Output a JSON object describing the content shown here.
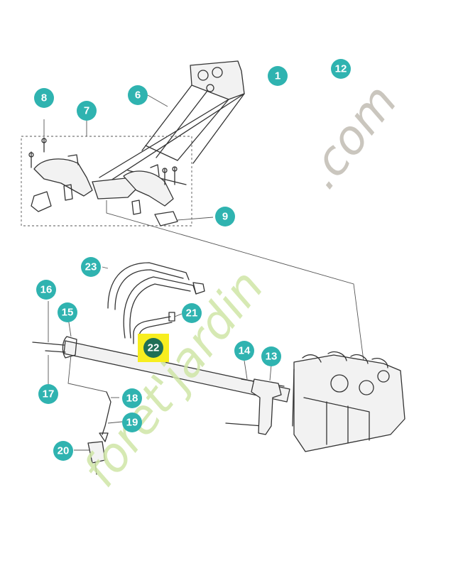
{
  "diagram": {
    "callouts": [
      {
        "id": "c1",
        "label": "1"
      },
      {
        "id": "c6",
        "label": "6"
      },
      {
        "id": "c7",
        "label": "7"
      },
      {
        "id": "c8",
        "label": "8"
      },
      {
        "id": "c9",
        "label": "9"
      },
      {
        "id": "c12",
        "label": "12"
      },
      {
        "id": "c13",
        "label": "13"
      },
      {
        "id": "c14",
        "label": "14"
      },
      {
        "id": "c15",
        "label": "15"
      },
      {
        "id": "c16",
        "label": "16"
      },
      {
        "id": "c17",
        "label": "17"
      },
      {
        "id": "c18",
        "label": "18"
      },
      {
        "id": "c19",
        "label": "19"
      },
      {
        "id": "c20",
        "label": "20"
      },
      {
        "id": "c21",
        "label": "21"
      },
      {
        "id": "c22",
        "label": "22"
      },
      {
        "id": "c23",
        "label": "23"
      }
    ],
    "highlighted": "22",
    "colors": {
      "callout": "#2fb3b0",
      "highlight": "#f7ee1f",
      "highlight_badge": "#1f6f55"
    }
  },
  "watermark": {
    "green_part": "foret'jardin",
    "grey_part": ".com"
  }
}
